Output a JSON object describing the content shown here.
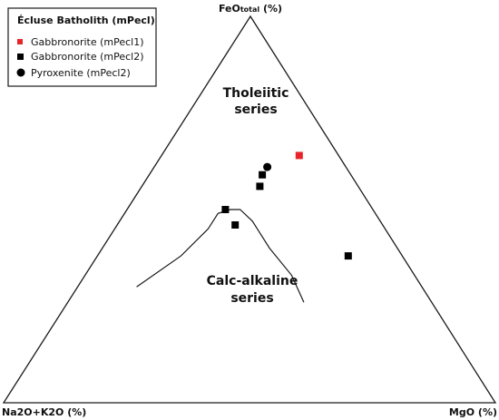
{
  "chart_data": {
    "type": "scatter",
    "subtype": "ternary-afm",
    "vertices": {
      "top": {
        "main": "FeO",
        "sub": "total",
        "unit": " (%)"
      },
      "left": {
        "label": "Na2O+K2O (%)"
      },
      "right": {
        "label": "MgO (%)"
      }
    },
    "region_labels": [
      {
        "line1": "Tholeiitic",
        "line2": "series"
      },
      {
        "line1": "Calc-alkaline",
        "line2": "series"
      }
    ],
    "legend": {
      "title": "Écluse Batholith (mPecl)",
      "placement": "top-left",
      "entries": [
        {
          "label": "Gabbronorite (mPecl1)",
          "marker": "square",
          "color": "#e8242b"
        },
        {
          "label": "Gabbronorite (mPecl2)",
          "marker": "square",
          "color": "#000000"
        },
        {
          "label": "Pyroxenite (mPecl2)",
          "marker": "circle",
          "color": "#000000"
        }
      ]
    },
    "series": [
      {
        "marker": "square",
        "color": "#e8242b",
        "points": [
          {
            "FeO": 64,
            "A": 8,
            "MgO": 28
          }
        ]
      },
      {
        "marker": "square",
        "color": "#000000",
        "points": [
          {
            "FeO": 56,
            "A": 20,
            "MgO": 24
          },
          {
            "FeO": 59,
            "A": 18,
            "MgO": 23
          },
          {
            "FeO": 50,
            "A": 30,
            "MgO": 20
          },
          {
            "FeO": 46,
            "A": 30,
            "MgO": 24
          },
          {
            "FeO": 38,
            "A": 11,
            "MgO": 51
          }
        ]
      },
      {
        "marker": "circle",
        "color": "#000000",
        "points": [
          {
            "FeO": 61,
            "A": 16,
            "MgO": 23
          }
        ]
      }
    ],
    "boundary_line": [
      {
        "FeO": 30,
        "A": 58,
        "MgO": 12
      },
      {
        "FeO": 38,
        "A": 45,
        "MgO": 17
      },
      {
        "FeO": 45,
        "A": 36,
        "MgO": 19
      },
      {
        "FeO": 49,
        "A": 32,
        "MgO": 19
      },
      {
        "FeO": 50,
        "A": 29,
        "MgO": 21
      },
      {
        "FeO": 50,
        "A": 27,
        "MgO": 23
      },
      {
        "FeO": 47,
        "A": 26,
        "MgO": 27
      },
      {
        "FeO": 40,
        "A": 26,
        "MgO": 34
      },
      {
        "FeO": 33,
        "A": 25,
        "MgO": 42
      },
      {
        "FeO": 26,
        "A": 26,
        "MgO": 48
      }
    ]
  }
}
